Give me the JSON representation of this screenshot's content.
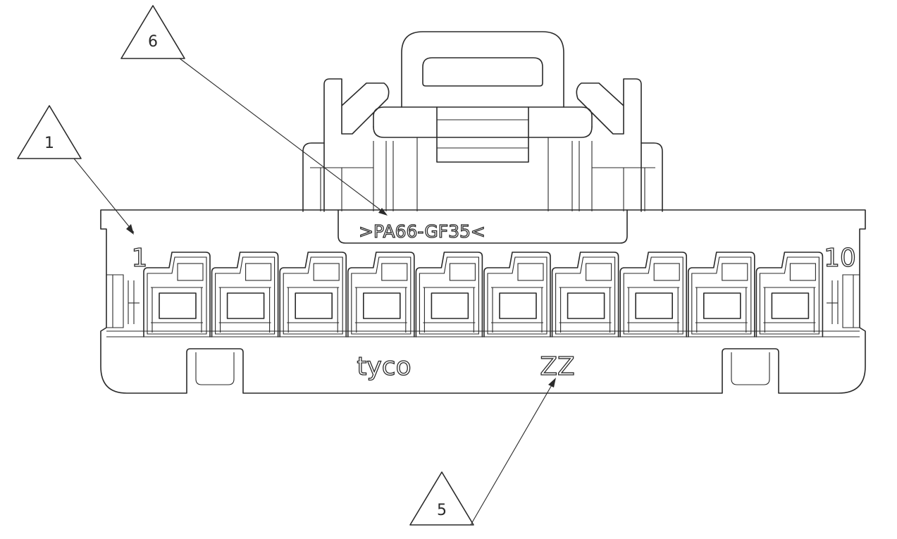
{
  "labels": {
    "material_marking": ">PA66-GF35<",
    "pin_first": "1",
    "pin_last": "10",
    "brand": "tyco",
    "cavity_code": "ZZ"
  },
  "callouts": [
    {
      "number": "1"
    },
    {
      "number": "6"
    },
    {
      "number": "5"
    }
  ],
  "cavity_count": 10
}
